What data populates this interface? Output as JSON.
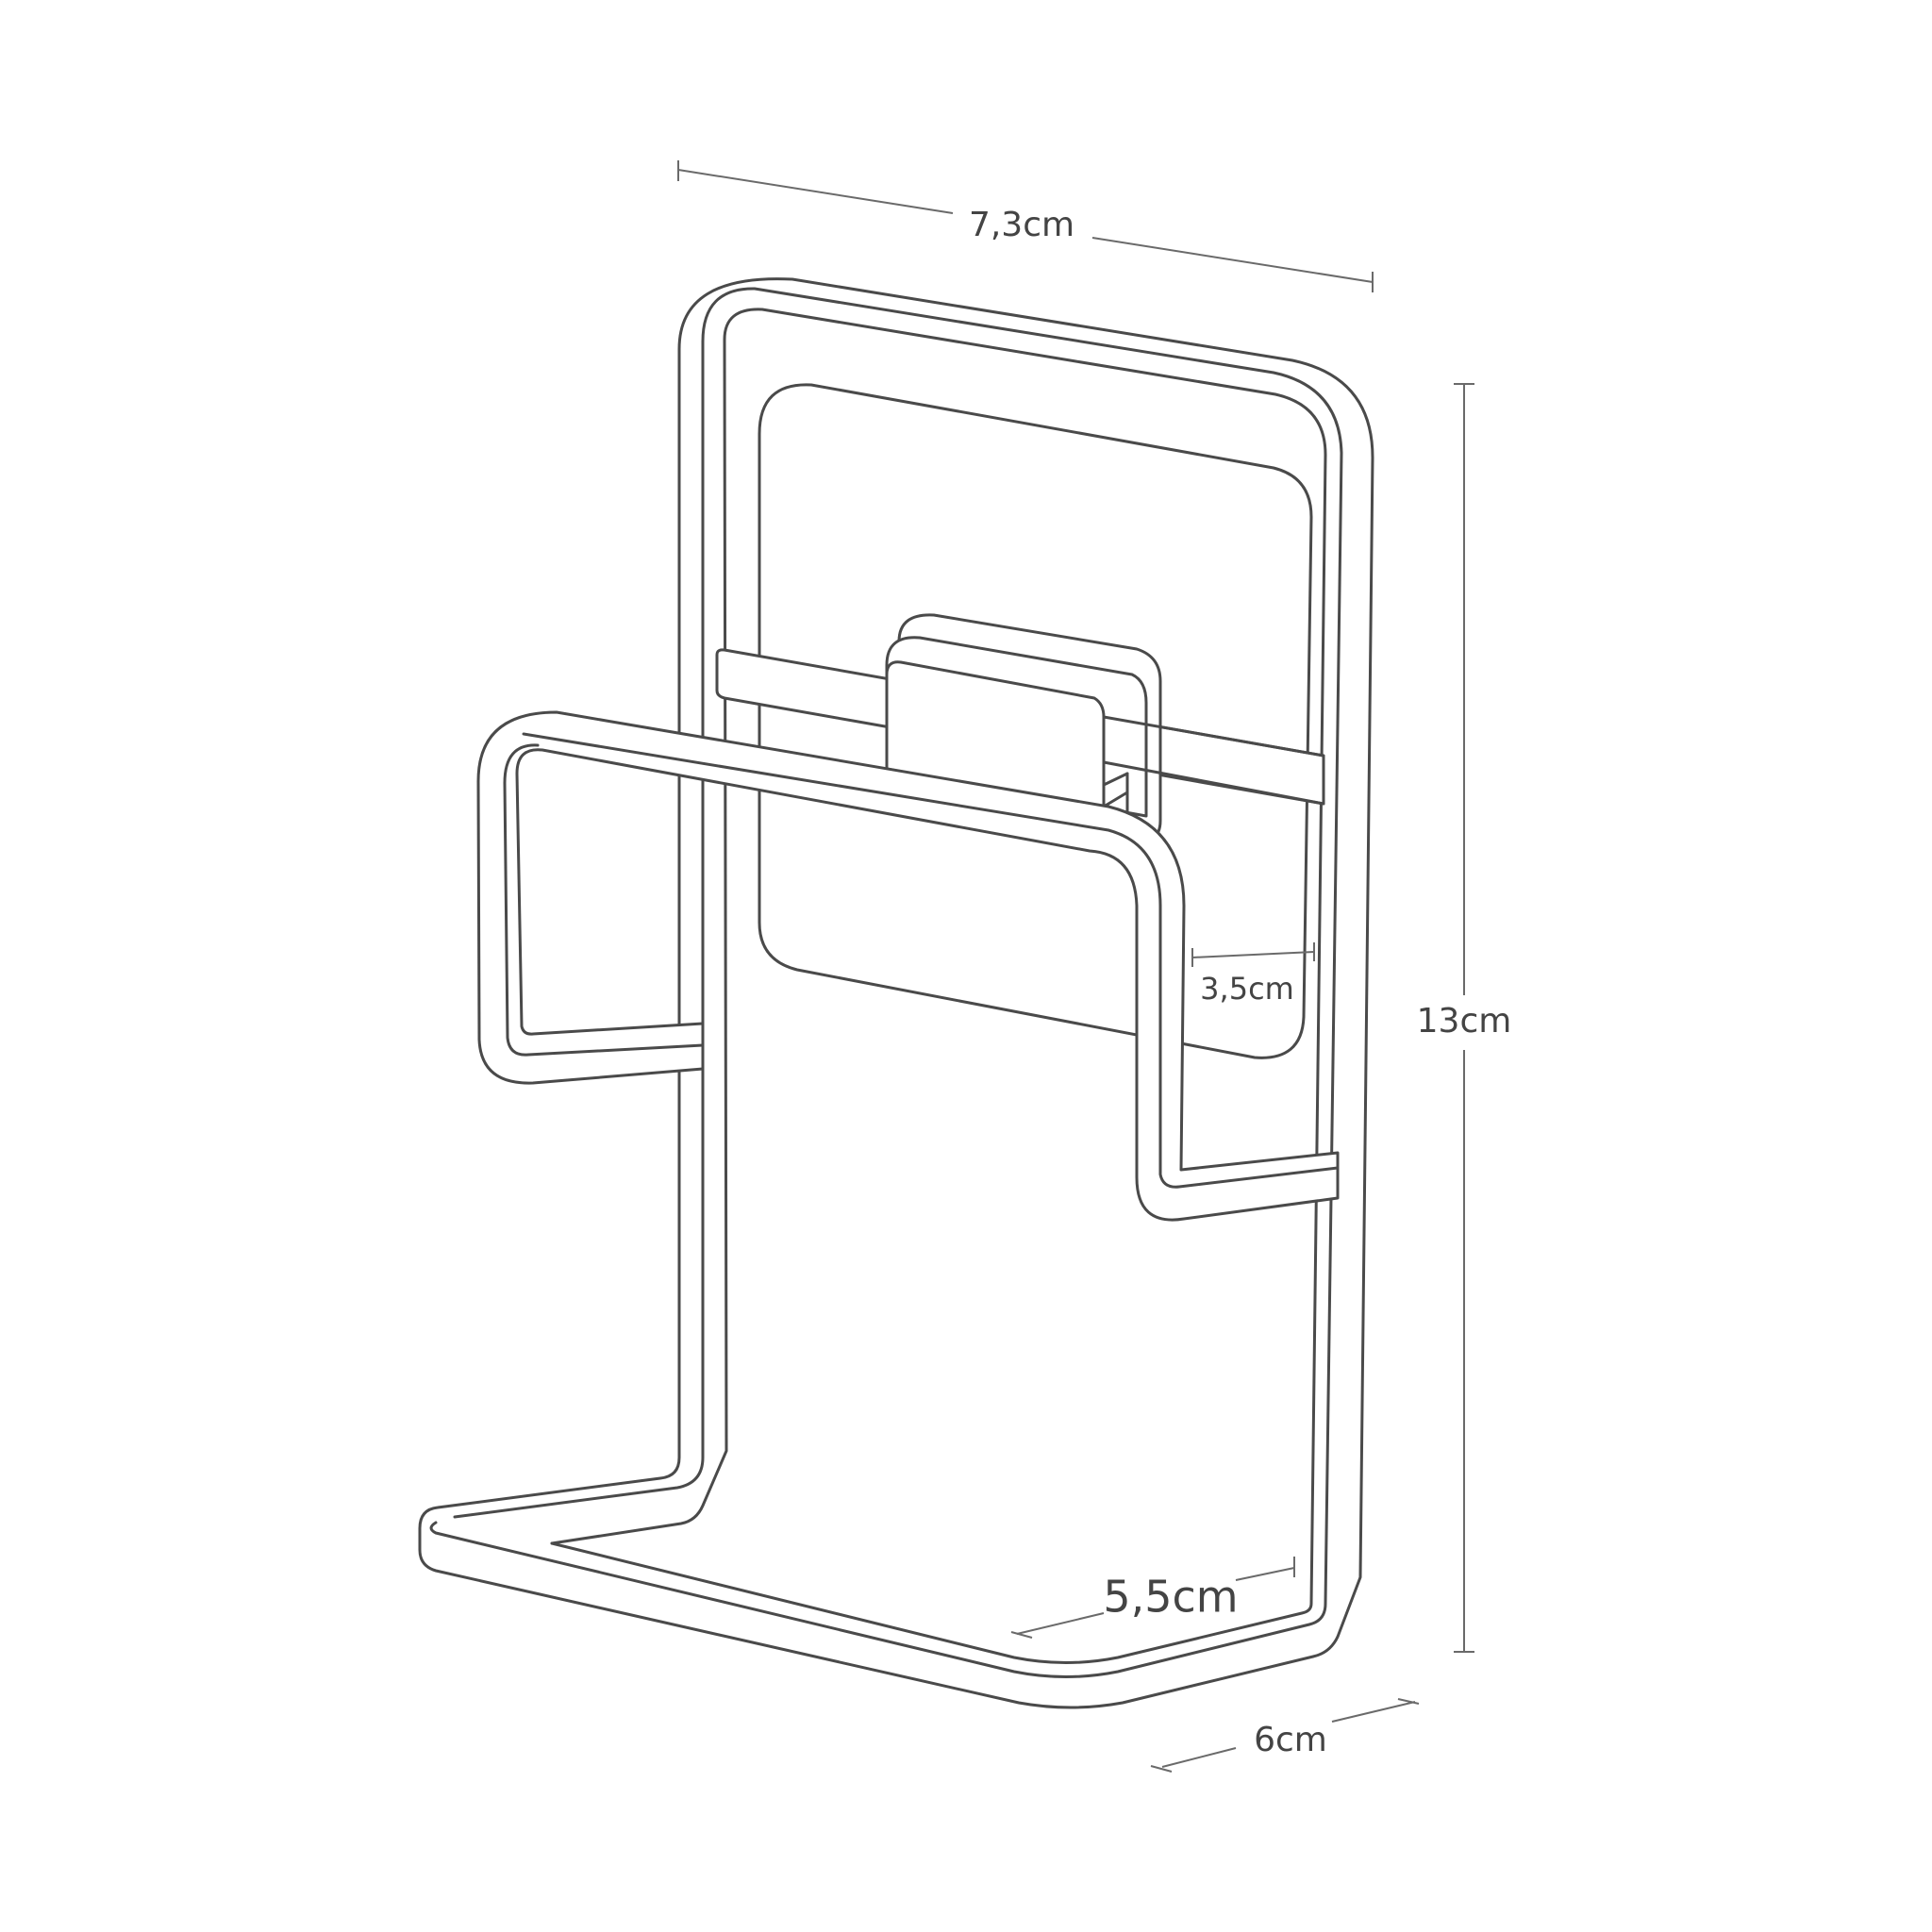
{
  "figure": {
    "type": "product-dimension-line-drawing",
    "subject": "wall-mounted wire holder (sponge/dispenser holder)",
    "line_color": "#4a4a4a",
    "dimension_color": "#6a6a6a",
    "background": "#ffffff"
  },
  "dimensions": {
    "width": {
      "label": "7,3cm"
    },
    "height": {
      "label": "13cm"
    },
    "depth": {
      "label": "6cm"
    },
    "inner_depth": {
      "label": "5,5cm"
    },
    "gap": {
      "label": "3,5cm"
    }
  }
}
